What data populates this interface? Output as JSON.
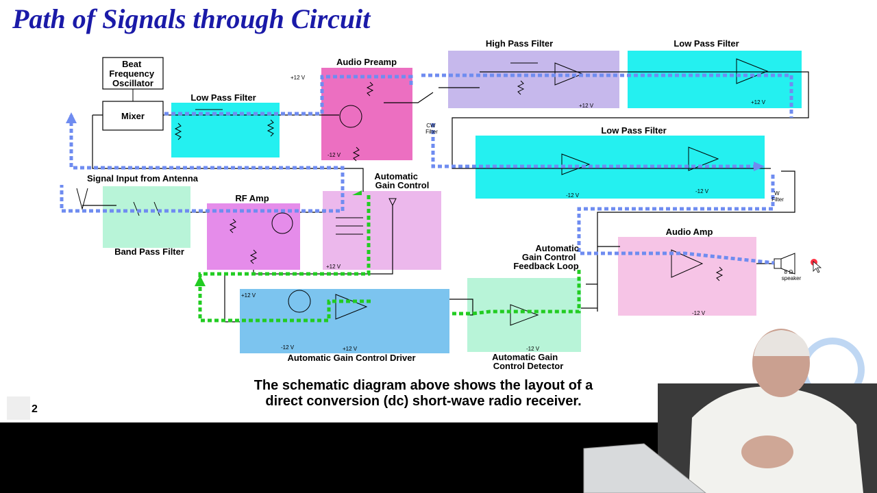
{
  "slide": {
    "title": "Path of Signals through Circuit",
    "caption_line1": "The schematic diagram above shows the layout of a",
    "caption_line2": "direct conversion (dc) short-wave radio receiver.",
    "page_number": "2"
  },
  "blocks": {
    "beat_freq_osc": "Beat\nFrequency\nOscillator",
    "mixer": "Mixer",
    "lpf1": "Low Pass Filter",
    "audio_preamp": "Audio Preamp",
    "hpf": "High Pass Filter",
    "lpf2": "Low Pass Filter",
    "lpf3": "Low Pass Filter",
    "signal_input": "Signal Input from Antenna",
    "bpf": "Band Pass Filter",
    "rf_amp": "RF Amp",
    "agc": "Automatic\nGain Control",
    "agc_feedback": "Automatic\nGain Control\nFeedback Loop",
    "audio_amp": "Audio Amp",
    "agc_driver": "Automatic Gain Control Driver",
    "agc_detector": "Automatic Gain\nControl Detector"
  },
  "small_labels": {
    "plus12v": "+12 V",
    "minus12v": "-12 V",
    "cw_filter": "CW\nFilter",
    "w_filter": "W\nFilter",
    "speaker": "8 Ω\nspeaker"
  },
  "colors": {
    "title": "#1a1aa8",
    "cyan_block": "#24f0f0",
    "magenta_block": "#ec6fc1",
    "lavender_block": "#c6b8ec",
    "violet_block": "#e58cea",
    "blue_block": "#7cc4ef",
    "pink_block": "#f6c4e6",
    "mint_block": "#b8f4d8",
    "signal_path": "#6f8cf0",
    "agc_path": "#22cc22"
  }
}
